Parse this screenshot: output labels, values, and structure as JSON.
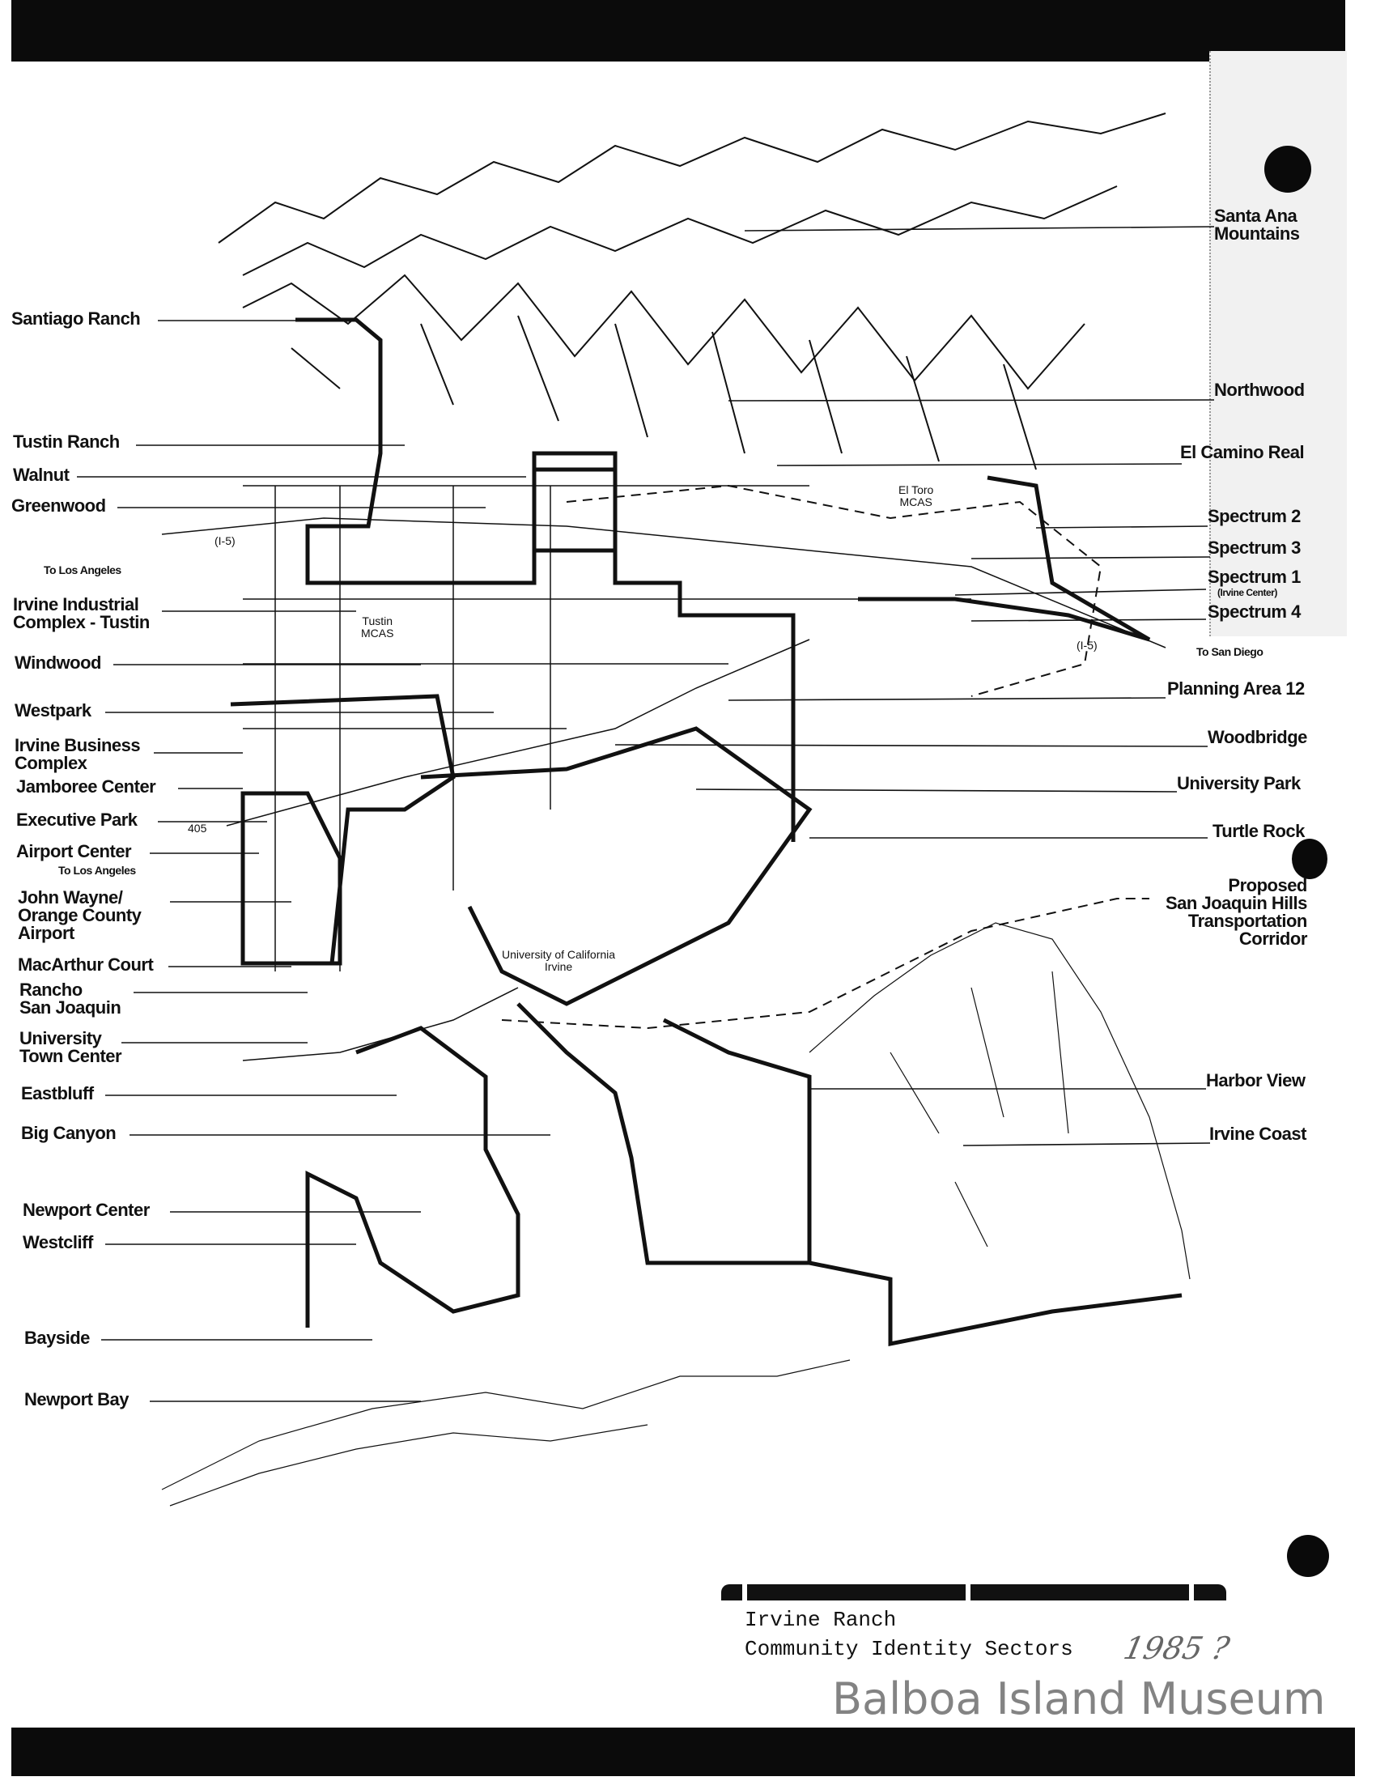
{
  "map": {
    "left_labels": [
      "Santiago Ranch",
      "Tustin Ranch",
      "Walnut",
      "Greenwood",
      "To Los Angeles",
      "Irvine Industrial\nComplex - Tustin",
      "Windwood",
      "Westpark",
      "Irvine Business\nComplex",
      "Jamboree Center",
      "Executive Park",
      "Airport Center",
      "To Los Angeles",
      "John Wayne/\nOrange County\nAirport",
      "MacArthur Court",
      "Rancho\nSan Joaquin",
      "University\nTown Center",
      "Eastbluff",
      "Big Canyon",
      "Newport Center",
      "Westcliff",
      "Bayside",
      "Newport Bay"
    ],
    "right_labels": [
      "Santa Ana\nMountains",
      "Northwood",
      "El Camino Real",
      "Spectrum 2",
      "Spectrum 3",
      "Spectrum 1",
      "(Irvine Center)",
      "Spectrum 4",
      "To San Diego",
      "Planning Area 12",
      "Woodbridge",
      "University Park",
      "Turtle Rock",
      "Proposed\nSan Joaquin Hills\nTransportation\nCorridor",
      "Harbor View",
      "Irvine Coast"
    ],
    "inmap_labels": {
      "el_toro": "El Toro\nMCAS",
      "tustin_mcas": "Tustin\nMCAS",
      "uci": "University of California\nIrvine",
      "i5_north": "(I-5)",
      "i5_south": "(I-5)",
      "i405": "405"
    }
  },
  "title_block": {
    "line1": "Irvine Ranch",
    "line2": "Community Identity Sectors",
    "handwritten_year": "1985 ?"
  },
  "watermark": "Balboa Island Museum"
}
